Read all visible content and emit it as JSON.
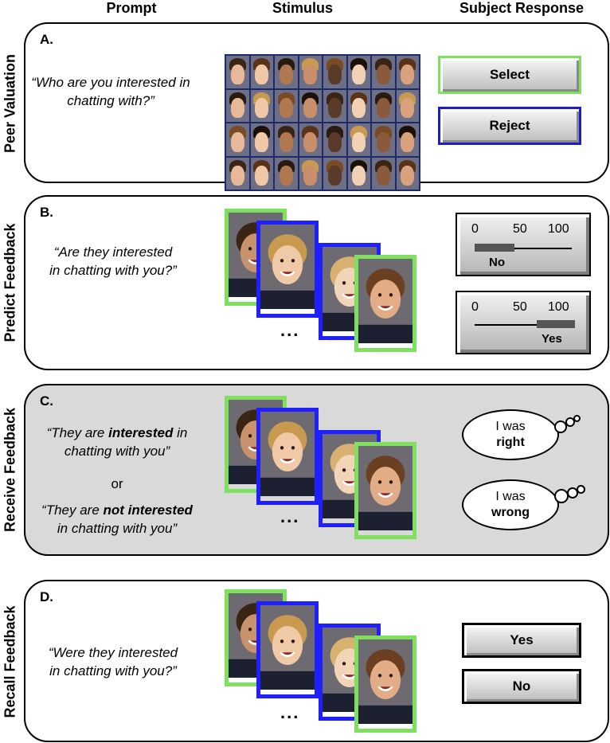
{
  "column_headers": {
    "prompt": "Prompt",
    "stimulus": "Stimulus",
    "response": "Subject Response"
  },
  "panels": {
    "a": {
      "letter": "A.",
      "side_label": "Peer Valuation",
      "prompt": "“Who are you interested in chatting with?”",
      "buttons": {
        "select": "Select",
        "reject": "Reject"
      }
    },
    "b": {
      "letter": "B.",
      "side_label": "Predict Feedback",
      "prompt": "“Are they interested in chatting with you?”",
      "ellipsis": "...",
      "sliders": [
        {
          "ticks": [
            "0",
            "50",
            "100"
          ],
          "answer": "No",
          "value": 40
        },
        {
          "ticks": [
            "0",
            "50",
            "100"
          ],
          "answer": "Yes",
          "value": 62
        }
      ]
    },
    "c": {
      "letter": "C.",
      "side_label": "Receive Feedback",
      "prompt1_pre": "“They are ",
      "prompt1_bold": "interested",
      "prompt1_post": " in",
      "prompt1_line2": "chatting with you”",
      "or": "or",
      "prompt2_pre": "“They are ",
      "prompt2_bold": "not interested",
      "prompt2_line2": "in chatting with you”",
      "ellipsis": "...",
      "thoughts": [
        {
          "line1": "I was",
          "line2": "right"
        },
        {
          "line1": "I was",
          "line2": "wrong"
        }
      ]
    },
    "d": {
      "letter": "D.",
      "side_label": "Recall Feedback",
      "prompt": "“Were they interested in chatting with you?”",
      "ellipsis": "...",
      "buttons": {
        "yes": "Yes",
        "no": "No"
      }
    }
  },
  "colors": {
    "accept_border": "#7fe060",
    "reject_border": "#1f1fff",
    "feedback_panel_bg": "#d9d9d9"
  }
}
